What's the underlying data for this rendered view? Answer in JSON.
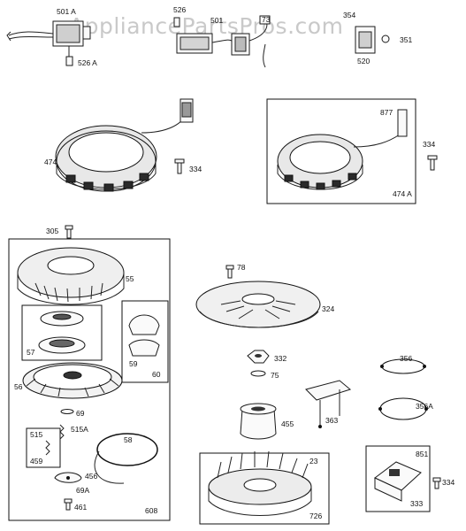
{
  "watermark": "AppliancePartsPros.com",
  "labels": {
    "l501A": "501 A",
    "l526A_top": "526 A",
    "l526": "526",
    "l501": "501",
    "l73": "73",
    "l354": "354",
    "l351": "351",
    "l520": "520",
    "l474": "474",
    "l334a": "334",
    "l877": "877",
    "l334b": "334",
    "l474A": "474 A",
    "l305": "305",
    "l55": "55",
    "l57": "57",
    "l59": "59",
    "l60": "60",
    "l56": "56",
    "l69": "69",
    "l515": "515",
    "l515A": "515A",
    "l58": "58",
    "l459": "459",
    "l456": "456",
    "l69A": "69A",
    "l461": "461",
    "l608": "608",
    "l78": "78",
    "l324": "324",
    "l332": "332",
    "l75": "75",
    "l356": "356",
    "l455": "455",
    "l363": "363",
    "l356A": "356A",
    "l23": "23",
    "l726": "726",
    "l851": "851",
    "l334c": "334",
    "l333": "333"
  }
}
